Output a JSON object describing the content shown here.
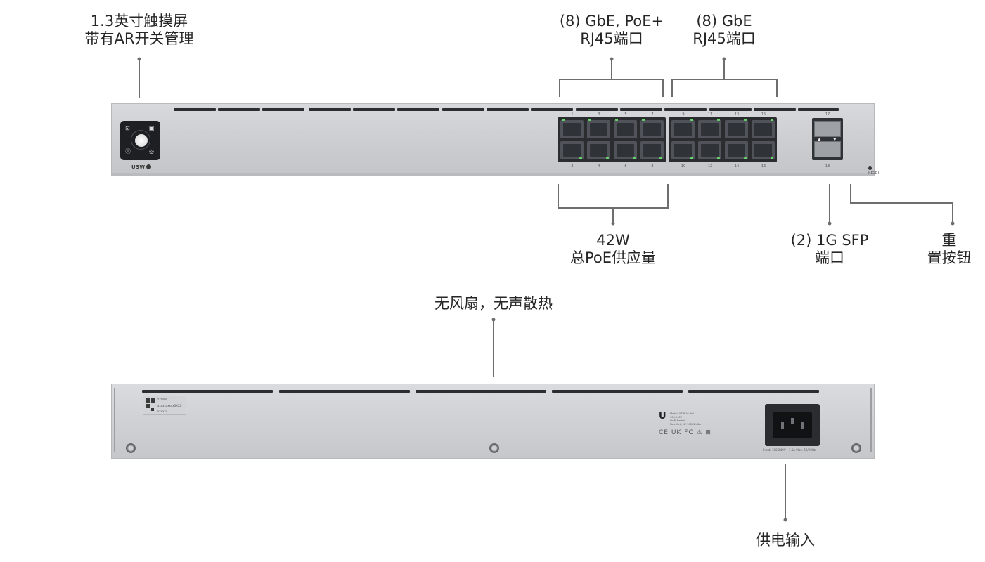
{
  "callouts": {
    "touchscreen": [
      "1.3英寸触摸屏",
      "带有AR开关管理"
    ],
    "poe_ports": [
      "(8) GbE, PoE+",
      "RJ45端口"
    ],
    "gbe_ports": [
      "(8) GbE",
      "RJ45端口"
    ],
    "poe_budget": [
      "42W",
      "总PoE供应量"
    ],
    "sfp_ports": [
      "(2) 1G SFP",
      "端口"
    ],
    "reset": [
      "重",
      "置按钮"
    ],
    "fanless": [
      "无风扇，无声散热"
    ],
    "power": [
      "供电输入"
    ]
  },
  "front": {
    "logo_tag": "USW",
    "touch_icons": [
      "⊡",
      "▣",
      "ⓘ",
      "◎"
    ],
    "top_port_numbers": [
      "1",
      "3",
      "5",
      "7",
      "9",
      "11",
      "13",
      "15"
    ],
    "bottom_port_numbers": [
      "2",
      "4",
      "6",
      "8",
      "10",
      "12",
      "14",
      "16"
    ],
    "sfp_numbers": [
      "17",
      "18"
    ],
    "reset_label": "RESET"
  },
  "rear": {
    "serial_label": [
      "YYWWC",
      "xxxxxxxxxx3XXX",
      "xxxxxx"
    ],
    "brand_lines": [
      "Model: USW-16-PoE",
      "100-240V~",
      "UniFi Switch",
      "New York, NY 10001 USA"
    ],
    "marks": "CE UK FC ⚠ ⊠",
    "power_rating": "Input: 100-240V~ 1.5A Max. 50/60Hz"
  },
  "colors": {
    "led": "#67d86e",
    "chassis": "#cbcdd0",
    "port_block": "#2a2c2f"
  }
}
